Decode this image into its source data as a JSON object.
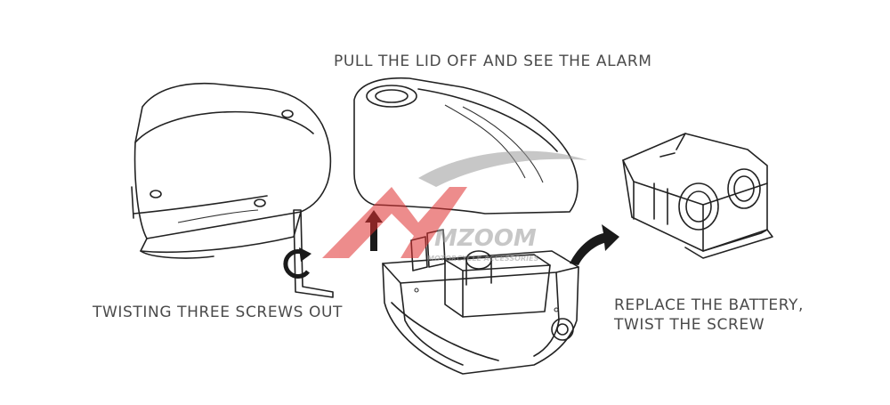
{
  "captions": {
    "top": "PULL THE LID OFF AND SEE THE ALARM",
    "left": "TWISTING THREE SCREWS OUT",
    "right_line1": "REPLACE THE BATTERY,",
    "right_line2": "TWIST THE SCREW"
  },
  "watermark": {
    "brand": "MZOOM",
    "tagline": "MOTORCYCLE ACCESSORIES"
  },
  "colors": {
    "caption": "#4a4a4a",
    "line_art": "#222222",
    "watermark_red": "#e03030",
    "watermark_gray": "#9a9a9a",
    "arrow": "#1a1a1a"
  },
  "icons": [
    "hex-key-icon",
    "rotate-arrow-icon",
    "up-arrow-icon",
    "curved-right-arrow-icon"
  ]
}
